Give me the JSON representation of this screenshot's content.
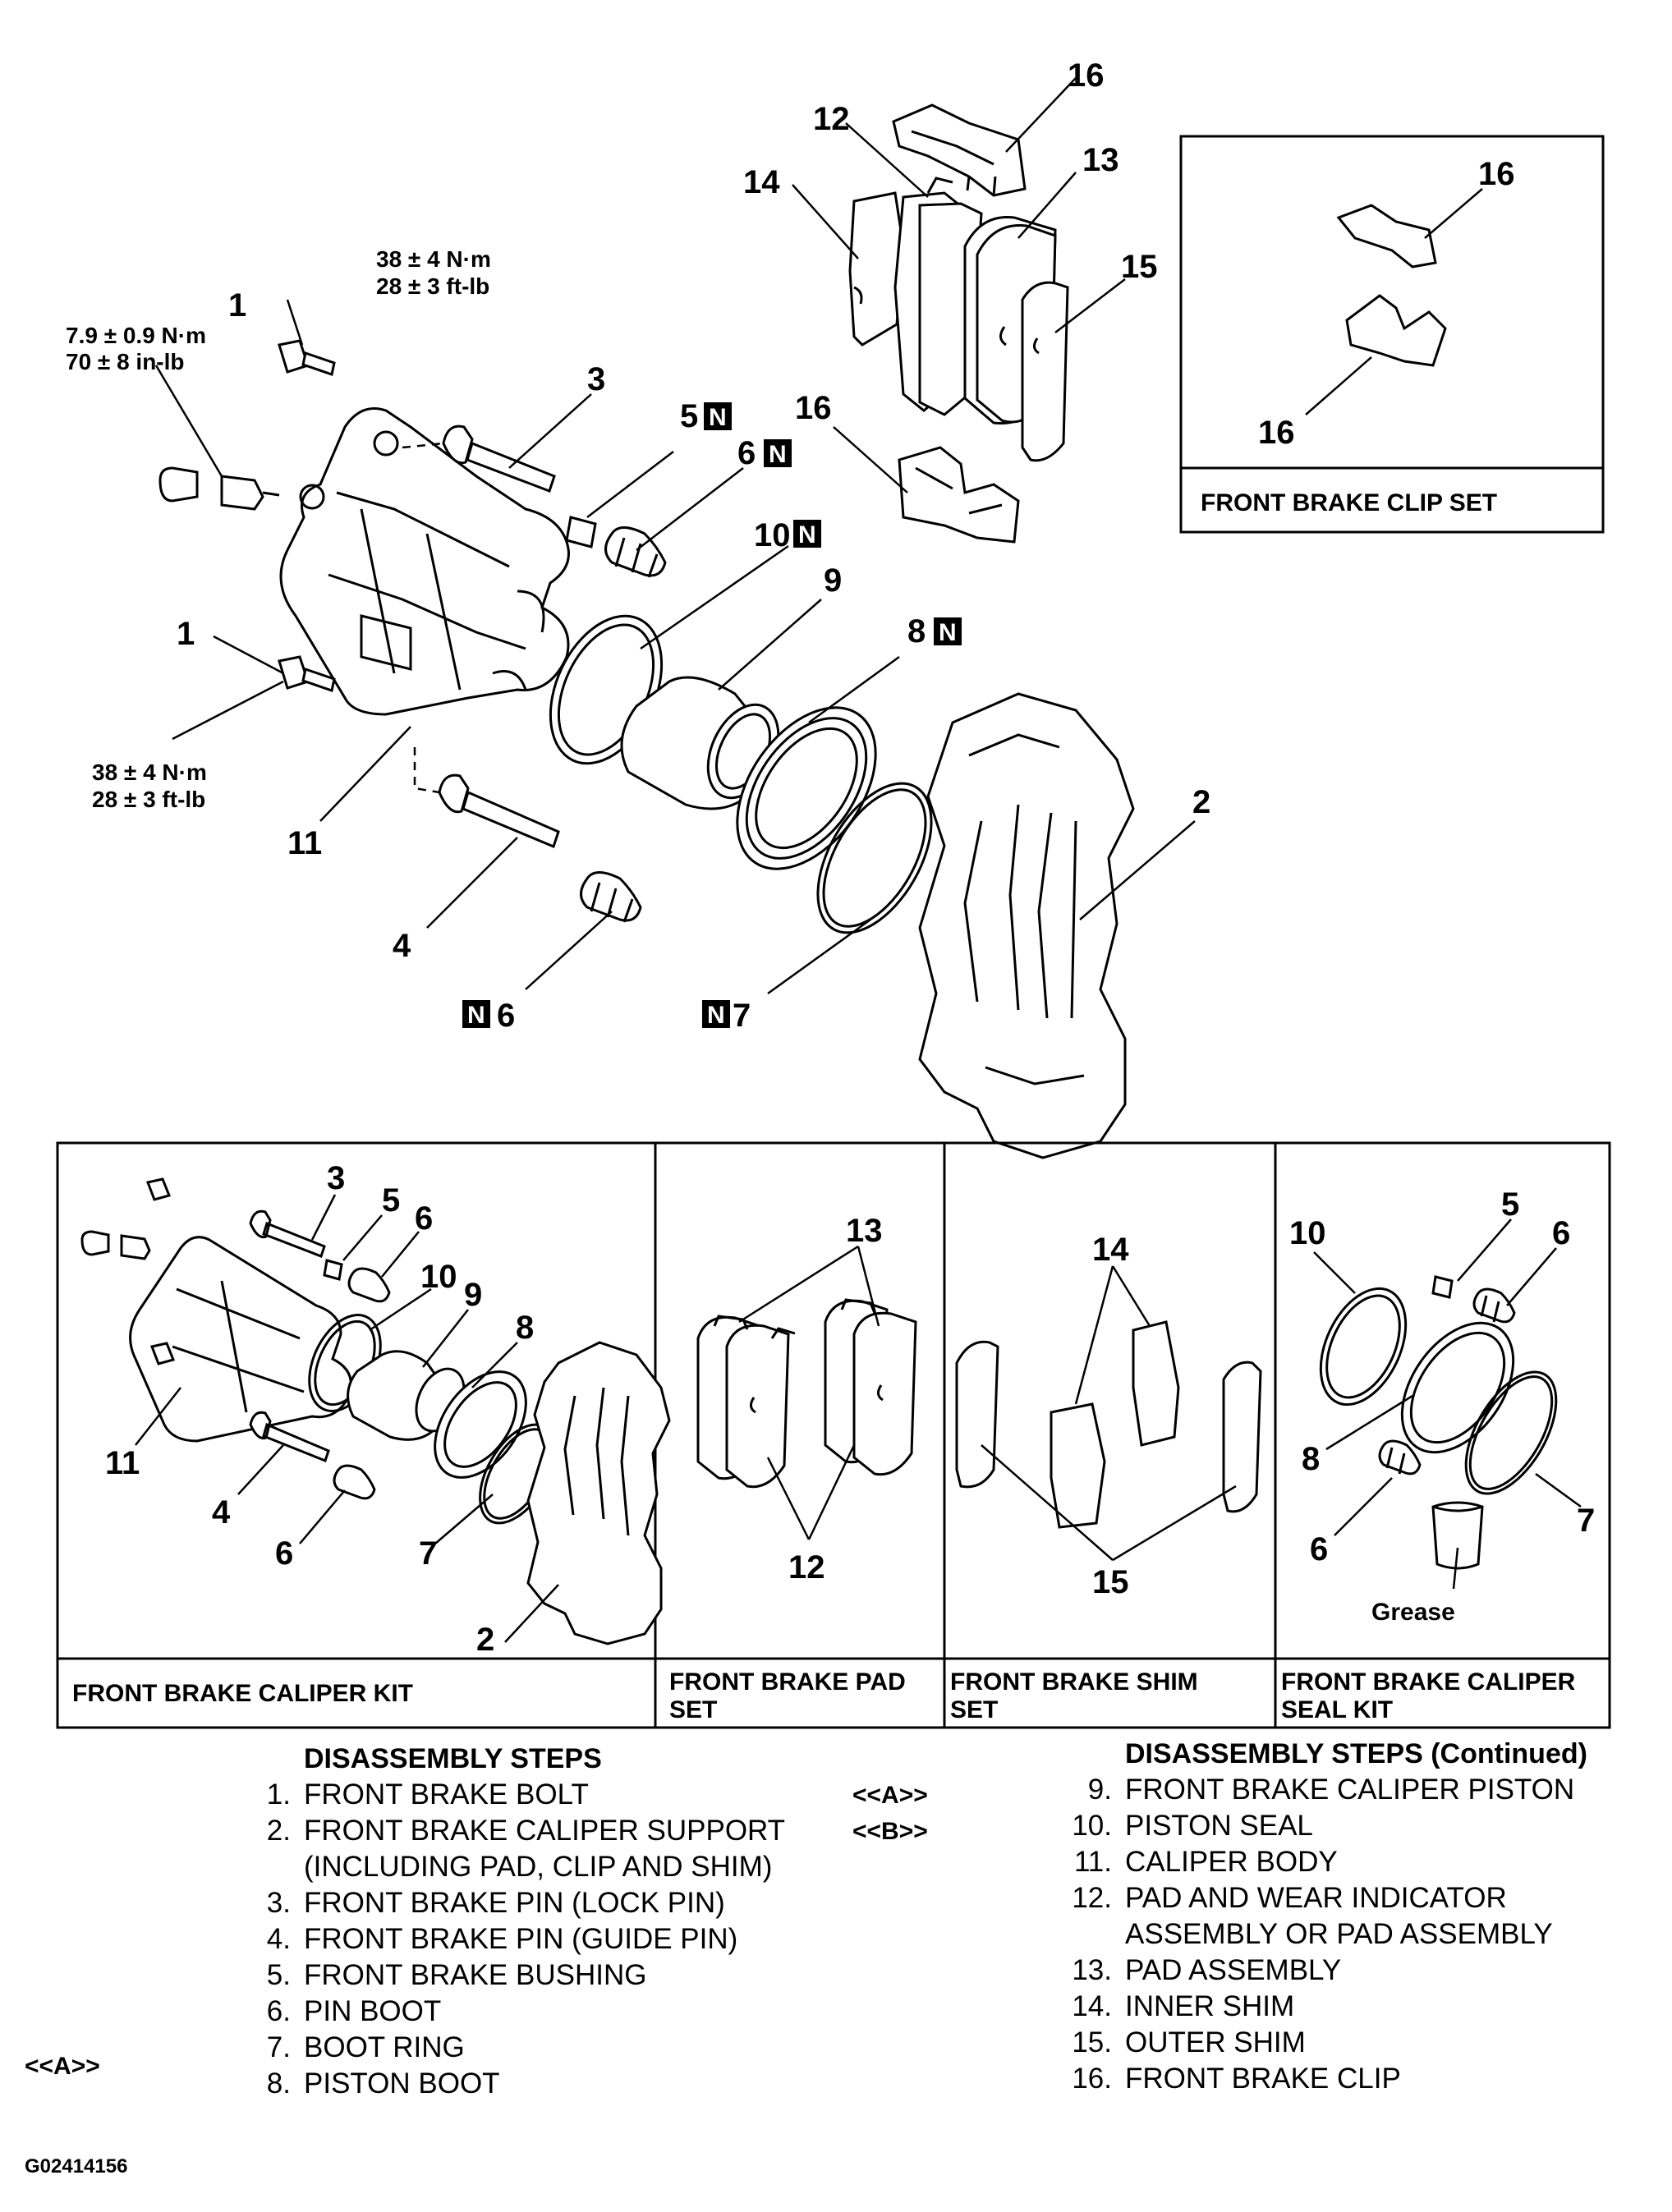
{
  "callouts": {
    "c16a": "16",
    "c12a": "12",
    "c13a": "13",
    "c14a": "14",
    "c15a": "15",
    "c16b": "16",
    "c1a": "1",
    "c3": "3",
    "c5": "5",
    "c6a": "6",
    "c10": "10",
    "c9": "9",
    "c8": "8",
    "c1b": "1",
    "c11": "11",
    "c2": "2",
    "c4": "4",
    "c6b": "6",
    "c7": "7",
    "n_mark": "N"
  },
  "torque": {
    "bolt1_top_nm": "38 ± 4 N·m",
    "bolt1_top_ftlb": "28 ± 3 ft-lb",
    "bleeder_nm": "7.9 ± 0.9 N·m",
    "bleeder_inlb": "70 ± 8 in-lb",
    "bolt1_bottom_nm": "38 ± 4 N·m",
    "bolt1_bottom_ftlb": "28 ± 3 ft-lb"
  },
  "clip_set": {
    "title": "FRONT BRAKE CLIP SET",
    "c16_top": "16",
    "c16_bottom": "16"
  },
  "kits": {
    "caliper_kit": {
      "title": "FRONT BRAKE CALIPER KIT",
      "labels": {
        "k3": "3",
        "k5": "5",
        "k6a": "6",
        "k10": "10",
        "k9": "9",
        "k8": "8",
        "k11": "11",
        "k4": "4",
        "k6b": "6",
        "k7": "7",
        "k2": "2"
      }
    },
    "pad_set": {
      "title_line1": "FRONT BRAKE PAD",
      "title_line2": "SET",
      "labels": {
        "p13": "13",
        "p12": "12"
      }
    },
    "shim_set": {
      "title_line1": "FRONT BRAKE SHIM",
      "title_line2": "SET",
      "labels": {
        "s14": "14",
        "s15": "15"
      }
    },
    "seal_kit": {
      "title_line1": "FRONT BRAKE CALIPER",
      "title_line2": "SEAL KIT",
      "labels": {
        "e5": "5",
        "e10": "10",
        "e6a": "6",
        "e8": "8",
        "e7": "7",
        "e6b": "6",
        "grease": "Grease"
      }
    }
  },
  "steps_left": {
    "heading": "DISASSEMBLY STEPS",
    "items": [
      {
        "num": "1.",
        "text": "FRONT BRAKE BOLT"
      },
      {
        "num": "2.",
        "text": "FRONT BRAKE CALIPER SUPPORT"
      },
      {
        "num": "",
        "text": "(INCLUDING PAD, CLIP AND SHIM)"
      },
      {
        "num": "3.",
        "text": "FRONT BRAKE PIN (LOCK PIN)"
      },
      {
        "num": "4.",
        "text": "FRONT BRAKE PIN (GUIDE PIN)"
      },
      {
        "num": "5.",
        "text": "FRONT BRAKE BUSHING"
      },
      {
        "num": "6.",
        "text": "PIN BOOT"
      },
      {
        "num": "7.",
        "text": "BOOT RING"
      },
      {
        "num": "8.",
        "text": "PISTON BOOT"
      }
    ],
    "ref_item8": "<<A>>"
  },
  "steps_right": {
    "heading": "DISASSEMBLY STEPS (Continued)",
    "items": [
      {
        "num": "9.",
        "text": "FRONT BRAKE CALIPER PISTON"
      },
      {
        "num": "10.",
        "text": "PISTON SEAL"
      },
      {
        "num": "11.",
        "text": "CALIPER BODY"
      },
      {
        "num": "12.",
        "text": "PAD AND WEAR INDICATOR"
      },
      {
        "num": "",
        "text": "ASSEMBLY OR PAD ASSEMBLY"
      },
      {
        "num": "13.",
        "text": "PAD ASSEMBLY"
      },
      {
        "num": "14.",
        "text": "INNER SHIM"
      },
      {
        "num": "15.",
        "text": "OUTER SHIM"
      },
      {
        "num": "16.",
        "text": "FRONT BRAKE CLIP"
      }
    ],
    "ref_item9": "<<A>>",
    "ref_item10": "<<B>>"
  },
  "figure_code": "G02414156"
}
